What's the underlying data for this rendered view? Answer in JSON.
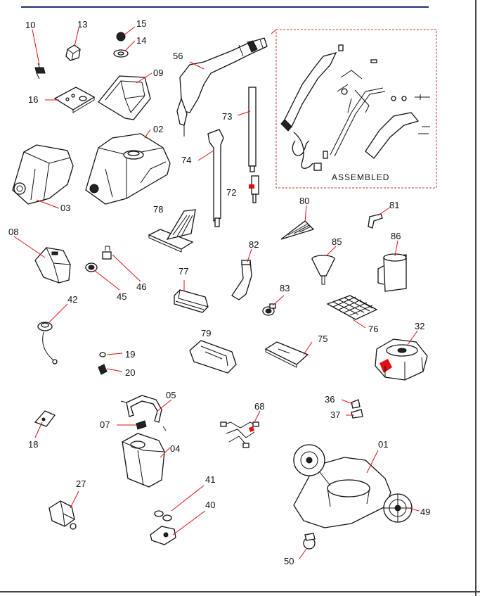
{
  "diagram": {
    "assembled_label": "ASSEMBLED",
    "callouts": [
      {
        "id": "p10",
        "label": "10"
      },
      {
        "id": "p13",
        "label": "13"
      },
      {
        "id": "p15",
        "label": "15"
      },
      {
        "id": "p14",
        "label": "14"
      },
      {
        "id": "p56",
        "label": "56"
      },
      {
        "id": "p09",
        "label": "09"
      },
      {
        "id": "p16",
        "label": "16"
      },
      {
        "id": "p02",
        "label": "02"
      },
      {
        "id": "p73",
        "label": "73"
      },
      {
        "id": "p74",
        "label": "74"
      },
      {
        "id": "p03",
        "label": "03"
      },
      {
        "id": "p72",
        "label": "72"
      },
      {
        "id": "p78",
        "label": "78"
      },
      {
        "id": "p80",
        "label": "80"
      },
      {
        "id": "p81",
        "label": "81"
      },
      {
        "id": "p08",
        "label": "08"
      },
      {
        "id": "p82",
        "label": "82"
      },
      {
        "id": "p85",
        "label": "85"
      },
      {
        "id": "p86",
        "label": "86"
      },
      {
        "id": "p46",
        "label": "46"
      },
      {
        "id": "p45",
        "label": "45"
      },
      {
        "id": "p77",
        "label": "77"
      },
      {
        "id": "p83",
        "label": "83"
      },
      {
        "id": "p42",
        "label": "42"
      },
      {
        "id": "p76",
        "label": "76"
      },
      {
        "id": "p32",
        "label": "32"
      },
      {
        "id": "p79",
        "label": "79"
      },
      {
        "id": "p75",
        "label": "75"
      },
      {
        "id": "p19",
        "label": "19"
      },
      {
        "id": "p20",
        "label": "20"
      },
      {
        "id": "p05",
        "label": "05"
      },
      {
        "id": "p36",
        "label": "36"
      },
      {
        "id": "p68",
        "label": "68"
      },
      {
        "id": "p37",
        "label": "37"
      },
      {
        "id": "p07",
        "label": "07"
      },
      {
        "id": "p18",
        "label": "18"
      },
      {
        "id": "p04",
        "label": "04"
      },
      {
        "id": "p01",
        "label": "01"
      },
      {
        "id": "p27",
        "label": "27"
      },
      {
        "id": "p41",
        "label": "41"
      },
      {
        "id": "p40",
        "label": "40"
      },
      {
        "id": "p49",
        "label": "49"
      },
      {
        "id": "p50",
        "label": "50"
      }
    ]
  }
}
